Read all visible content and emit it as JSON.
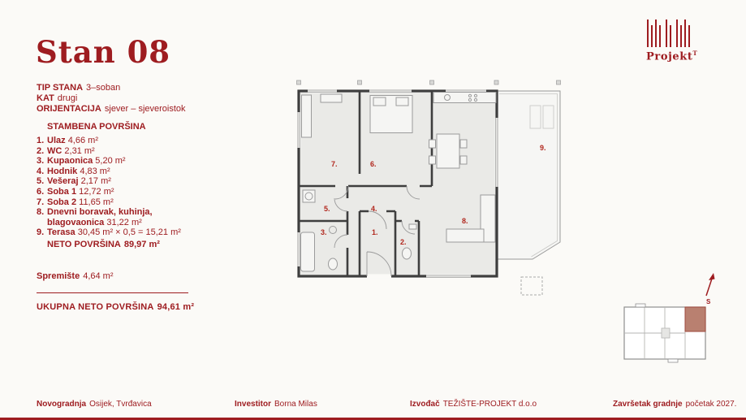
{
  "header": {
    "title": "Stan 08",
    "logo_text": "Projekt",
    "logo_superscript": "T"
  },
  "specs": {
    "items": [
      {
        "label": "TIP STANA",
        "value": "3–soban"
      },
      {
        "label": "KAT",
        "value": "drugi"
      },
      {
        "label": "ORIJENTACIJA",
        "value": "sjever – sjeveroistok"
      }
    ]
  },
  "rooms": {
    "heading": "STAMBENA POVRŠINA",
    "items": [
      {
        "num": "1.",
        "name": "Ulaz",
        "value": "4,66 m²"
      },
      {
        "num": "2.",
        "name": "WC",
        "value": "2,31 m²"
      },
      {
        "num": "3.",
        "name": "Kupaonica",
        "value": "5,20 m²"
      },
      {
        "num": "4.",
        "name": "Hodnik",
        "value": "4,83 m²"
      },
      {
        "num": "5.",
        "name": "Vešeraj",
        "value": "2,17 m²"
      },
      {
        "num": "6.",
        "name": "Soba 1",
        "value": "12,72 m²"
      },
      {
        "num": "7.",
        "name": "Soba 2",
        "value": "11,65 m²"
      },
      {
        "num": "8.",
        "name": "Dnevni boravak, kuhinja, blagovaonica",
        "value": "31,22 m²"
      },
      {
        "num": "9.",
        "name": "Terasa",
        "value": "30,45 m² × 0,5 = 15,21 m²"
      }
    ],
    "neto": {
      "label": "NETO POVRŠINA",
      "value": "89,97 m²"
    },
    "spremiste": {
      "label": "Spremište",
      "value": "4,64 m²"
    },
    "ukupna": {
      "label": "UKUPNA NETO POVRŠINA",
      "value": "94,61 m²"
    }
  },
  "floorplan": {
    "labels": [
      "1.",
      "2.",
      "3.",
      "4.",
      "5.",
      "6.",
      "7.",
      "8.",
      "9."
    ],
    "compass_label": "S"
  },
  "footer": {
    "items": [
      {
        "label": "Novogradnja",
        "value": "Osijek, Tvrđavica"
      },
      {
        "label": "Investitor",
        "value": "Borna Milas"
      },
      {
        "label": "Izvođač",
        "value": "TEŽIŠTE-PROJEKT d.o.o"
      },
      {
        "label": "Završetak gradnje",
        "value": "početak 2027."
      }
    ]
  },
  "colors": {
    "accent": "#9e1c20",
    "plan_number": "#b1271d"
  }
}
